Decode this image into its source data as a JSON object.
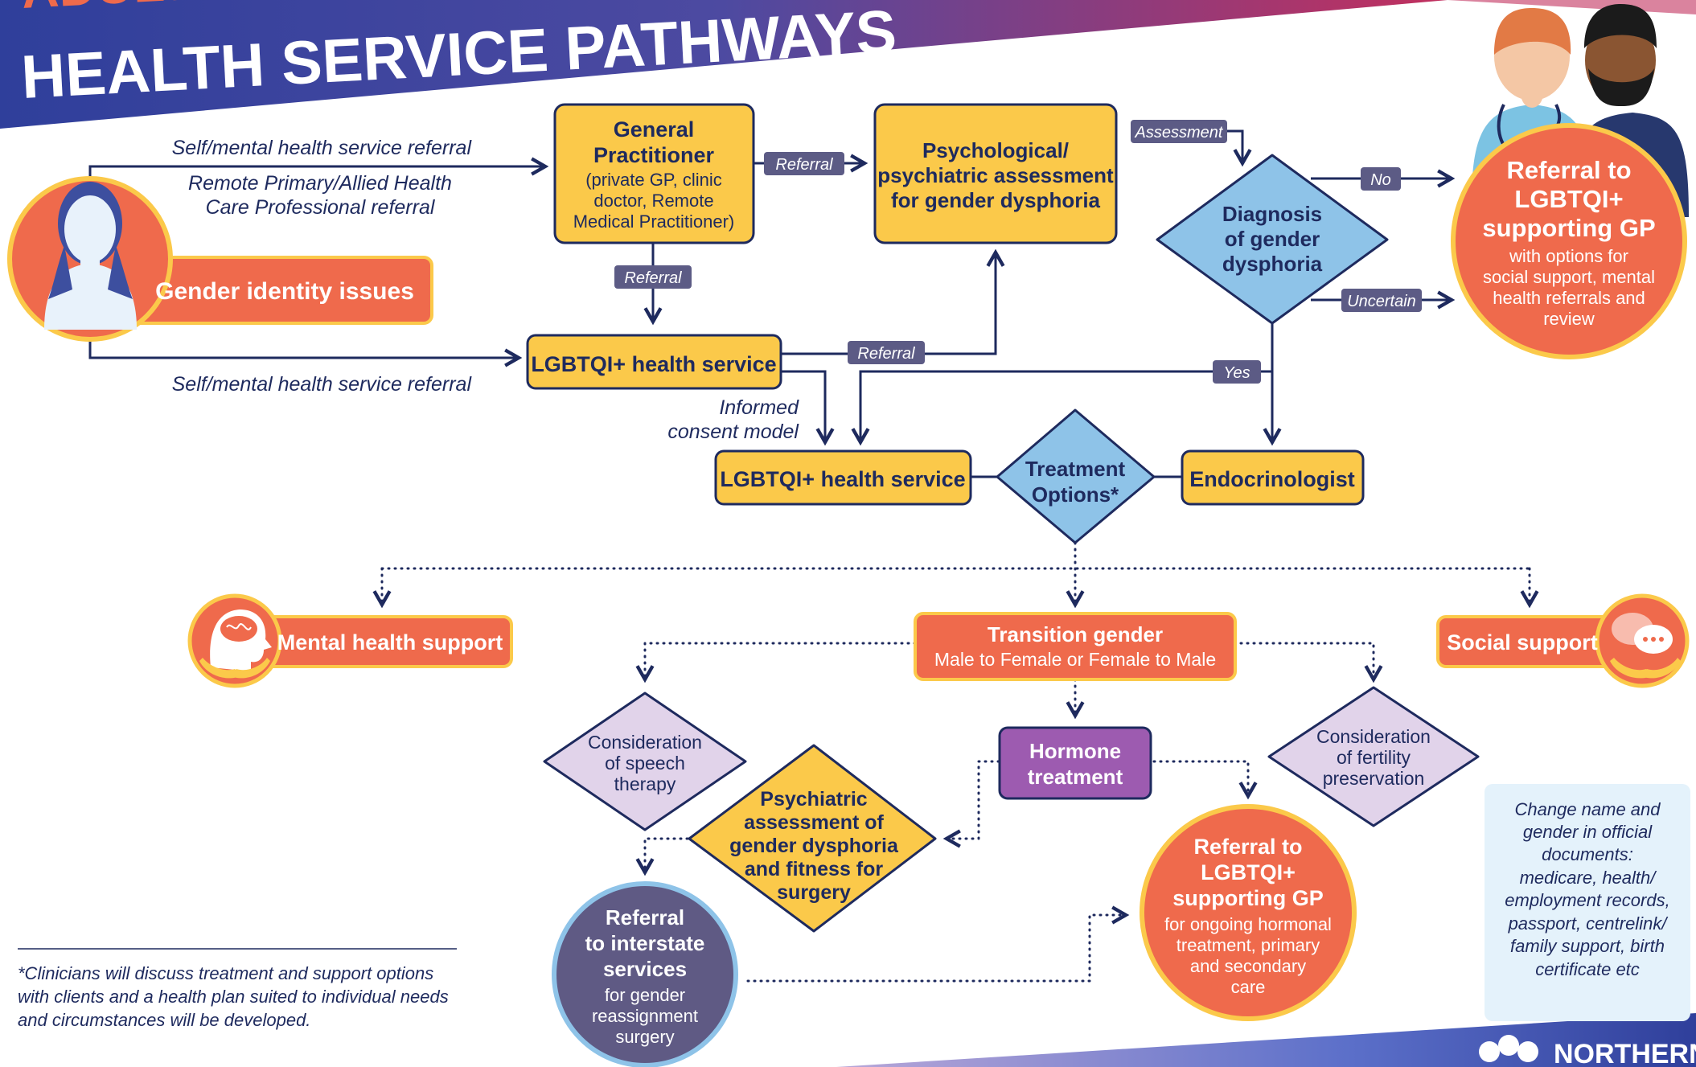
{
  "header": {
    "title_top": "ADULT PATHWAY",
    "title": "HEALTH SERVICE PATHWAYS"
  },
  "nodes": {
    "gender_identity": "Gender identity issues",
    "gp": {
      "title_line1": "General",
      "title_line2": "Practitioner",
      "sub_line1": "(private GP, clinic",
      "sub_line2": "doctor, Remote",
      "sub_line3": "Medical Practitioner)"
    },
    "psych_assessment": {
      "line1": "Psychological/",
      "line2": "psychiatric assessment",
      "line3": "for gender dysphoria"
    },
    "diagnosis": {
      "line1": "Diagnosis",
      "line2": "of gender",
      "line3": "dysphoria"
    },
    "referral_gp_top": {
      "title_line1": "Referral to",
      "title_line2": "LGBTQI+",
      "title_line3": "supporting GP",
      "sub_line1": "with options for",
      "sub_line2": "social support, mental",
      "sub_line3": "health referrals and",
      "sub_line4": "review"
    },
    "lgbtqi_service_1": "LGBTQI+ health service",
    "lgbtqi_service_2": "LGBTQI+ health service",
    "treatment_options": {
      "line1": "Treatment",
      "line2": "Options*"
    },
    "endocrinologist": "Endocrinologist",
    "mental_health": "Mental health support",
    "transition": {
      "line1": "Transition gender",
      "line2": "Male to Female or Female to Male"
    },
    "social_support": "Social support",
    "speech": {
      "line1": "Consideration",
      "line2": "of speech",
      "line3": "therapy"
    },
    "hormone": {
      "line1": "Hormone",
      "line2": "treatment"
    },
    "fertility": {
      "line1": "Consideration",
      "line2": "of fertility",
      "line3": "preservation"
    },
    "psychiatric_surgery": {
      "line1": "Psychiatric",
      "line2": "assessment of",
      "line3": "gender dysphoria",
      "line4": "and fitness for",
      "line5": "surgery"
    },
    "referral_gp_bottom": {
      "title_line1": "Referral to",
      "title_line2": "LGBTQI+",
      "title_line3": "supporting GP",
      "sub_line1": "for ongoing hormonal",
      "sub_line2": "treatment, primary",
      "sub_line3": "and secondary",
      "sub_line4": "care"
    },
    "interstate": {
      "title_line1": "Referral",
      "title_line2": "to interstate",
      "title_line3": "services",
      "sub_line1": "for gender",
      "sub_line2": "reassignment",
      "sub_line3": "surgery"
    }
  },
  "edge_labels": {
    "self_referral_top": "Self/mental health service referral",
    "remote_referral_line1": "Remote Primary/Allied Health",
    "remote_referral_line2": "Care Professional referral",
    "self_referral_bottom": "Self/mental health service referral",
    "referral_gp_psych": "Referral",
    "referral_gp_lgbtqi": "Referral",
    "referral_lgbtqi_psych": "Referral",
    "assessment": "Assessment",
    "no": "No",
    "uncertain": "Uncertain",
    "yes": "Yes",
    "informed_line1": "Informed",
    "informed_line2": "consent model"
  },
  "side_note": {
    "line1": "Change name and",
    "line2": "gender in official",
    "line3": "documents:",
    "line4": "medicare, health/",
    "line5": "employment records,",
    "line6": "passport, centrelink/",
    "line7": "family support, birth",
    "line8": "certificate etc"
  },
  "footnote": {
    "line1": "*Clinicians will discuss treatment and support options",
    "line2": "with clients and a health plan suited to individual needs",
    "line3": "and circumstances will be developed."
  },
  "logo_text": "NORTHERN",
  "colors": {
    "navy": "#1e2a5e",
    "yellow": "#fbc94a",
    "yellow_border": "#e0a92a",
    "orange": "#ef6a4c",
    "blue": "#8ec3e8",
    "purple": "#9d5bb0",
    "lavender": "#e1d3ea",
    "slate": "#5f5a84",
    "tag": "#5c5b85",
    "note_bg": "#e4f2fb"
  }
}
